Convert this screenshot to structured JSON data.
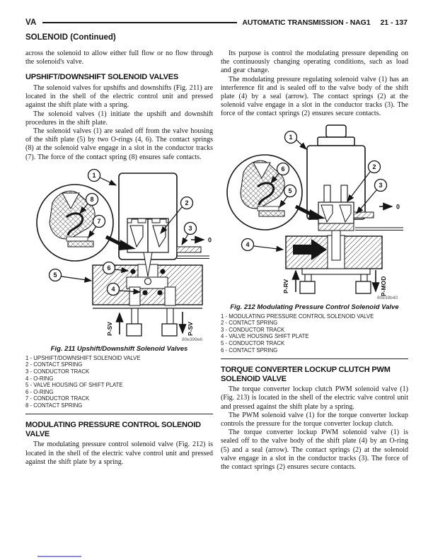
{
  "header": {
    "model_code": "VA",
    "section_title": "AUTOMATIC TRANSMISSION - NAG1",
    "page_number": "21 - 137",
    "continued": "SOLENOID (Continued)"
  },
  "left_column": {
    "intro": "across the solenoid to allow either full flow or no flow through the solenoid's valve.",
    "upshift": {
      "heading": "UPSHIFT/DOWNSHIFT SOLENOID VALVES",
      "paragraphs": [
        "The solenoid valves for upshifts and downshifts (Fig. 211) are located in the shell of the electric control unit and pressed against the shift plate with a spring.",
        "The solenoid valves (1) initiate the upshift and downshift procedures in the shift plate.",
        "The solenoid valves (1) are sealed off from the valve housing of the shift plate (5) by two O-rings (4, 6). The contact springs (8) at the solenoid valve engage in a slot in the conductor tracks (7). The force of the contact spring (8) ensures safe contacts."
      ]
    },
    "fig211": {
      "caption": "Fig. 211 Upshift/Downshift Solenoid Valves",
      "code": "80e399e6",
      "callouts": [
        "1",
        "2",
        "3",
        "4",
        "5",
        "6",
        "7",
        "8"
      ],
      "labels": {
        "left_port": "P-SV",
        "right_port": "P-SV",
        "zero": "0"
      },
      "legend": [
        "1 - UPSHIFT/DOWNSHIFT SOLENOID VALVE",
        "2 - CONTACT SPRING",
        "3 - CONDUCTOR TRACK",
        "4 - O-RING",
        "5 - VALVE HOUSING OF SHIFT PLATE",
        "6 - O-RING",
        "7 - CONDUCTOR TRACK",
        "8 - CONTACT SPRING"
      ]
    },
    "modulating": {
      "heading": "MODULATING PRESSURE CONTROL SOLENOID VALVE",
      "paragraph": "The modulating pressure control solenoid valve (Fig. 212) is located in the shell of the electric valve control unit and pressed against the shift plate by a spring."
    }
  },
  "right_column": {
    "modulating_paragraphs": [
      "Its purpose is control the modulating pressure depending on the continuously changing operating conditions, such as load and gear change.",
      "The modulating pressure regulating solenoid valve (1) has an interference fit and is sealed off to the valve body of the shift plate (4) by a seal (arrow). The contact springs (2) at the solenoid valve engage in a slot in the conductor tracks (3). The force of the contact springs (2) ensures secure contacts."
    ],
    "fig212": {
      "caption": "Fig. 212 Modulating Pressure Control Solenoid Valve",
      "code": "80e39b40",
      "callouts": [
        "1",
        "2",
        "3",
        "4",
        "5",
        "6"
      ],
      "labels": {
        "left_port": "P-RV",
        "right_port": "P-MOD",
        "zero": "0"
      },
      "legend": [
        "1 - MODULATING PRESSURE CONTROL SOLENOID VALVE",
        "2 - CONTACT SPRING",
        "3 - CONDUCTOR TRACK",
        "4 - VALVE HOUSING SHIFT PLATE",
        "5 - CONDUCTOR TRACK",
        "6 - CONTACT SPRING"
      ]
    },
    "torque": {
      "heading": "TORQUE CONVERTER LOCKUP CLUTCH PWM SOLENOID VALVE",
      "paragraphs": [
        "The torque converter lockup clutch PWM solenoid valve (1) (Fig. 213) is located in the shell of the electric valve control unit and pressed against the shift plate by a spring.",
        "The PWM solenoid valve (1) for the torque converter lockup controls the pressure for the torque converter lockup clutch.",
        "The torque converter lockup PWM solenoid valve (1) is sealed off to the valve body of the shift plate (4) by an O-ring (5) and a seal (arrow). The contact springs (2) at the solenoid valve engage in a slot in the conductor tracks (3). The force of the contact springs (2) ensures secure contacts."
      ]
    }
  }
}
